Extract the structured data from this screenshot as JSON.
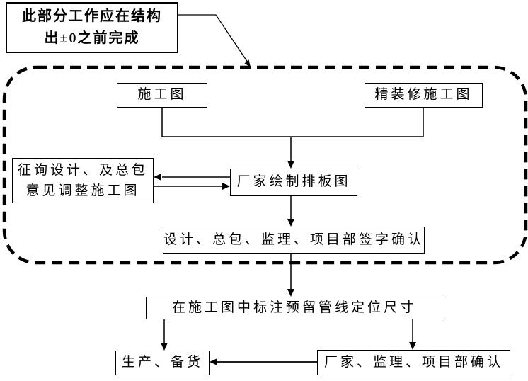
{
  "callout": {
    "line1": "此部分工作应在结构",
    "line2": "出±0之前完成"
  },
  "nodes": {
    "construction_drawing": {
      "label": "施工图"
    },
    "decoration_construction_drawing": {
      "label": "精装修施工图"
    },
    "consult_adjust": {
      "line1": "征询设计、及总包",
      "line2": "意见调整施工图"
    },
    "factory_panel_drawing": {
      "label": "厂家绘制排板图"
    },
    "signature_confirmation": {
      "label": "设计、总包、监理、项目部签字确认"
    },
    "mark_pipeline_dimensions": {
      "label": "在施工图中标注预留管线定位尺寸"
    },
    "production_stock": {
      "label": "生产、备货"
    },
    "final_confirmation": {
      "label": "厂家、监理、项目部确认"
    }
  },
  "colors": {
    "line": "#000000",
    "text": "#000000",
    "background": "#ffffff"
  }
}
